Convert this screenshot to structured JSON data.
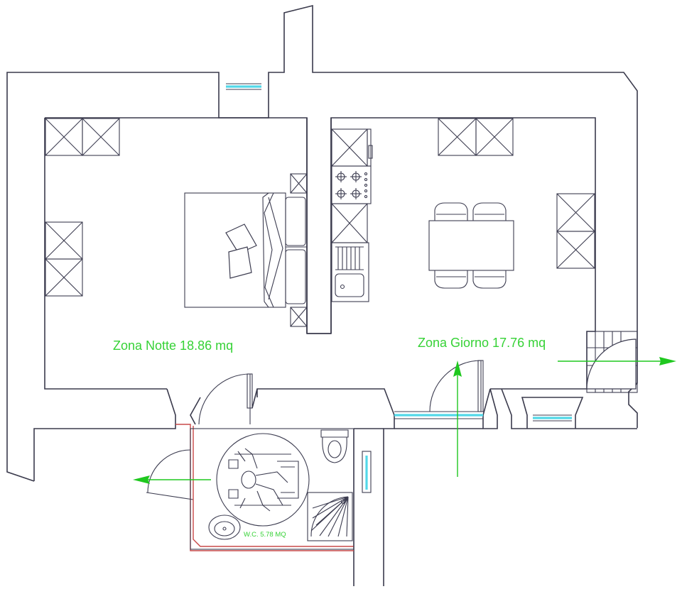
{
  "rooms": {
    "night_zone_label": "Zona Notte 18.86 mq",
    "day_zone_label": "Zona Giorno 17.76 mq",
    "wc_label": "W.C. 5.78 MQ"
  },
  "colors": {
    "wall": "#3a3a4c",
    "label": "#36d236",
    "arrow": "#1fc81f",
    "window_glass": "#52d8e8",
    "accessible_outline": "#c84848",
    "background": "#ffffff"
  },
  "icons": [
    "wardrobe-icon",
    "double-bed-icon",
    "kitchen-hob-icon",
    "kitchen-sink-icon",
    "dining-table-icon",
    "chair-icon",
    "toilet-icon",
    "washbasin-icon",
    "shower-icon",
    "wheelchair-turning-circle-icon",
    "door-swing-icon",
    "window-icon",
    "exit-arrow-icon"
  ]
}
